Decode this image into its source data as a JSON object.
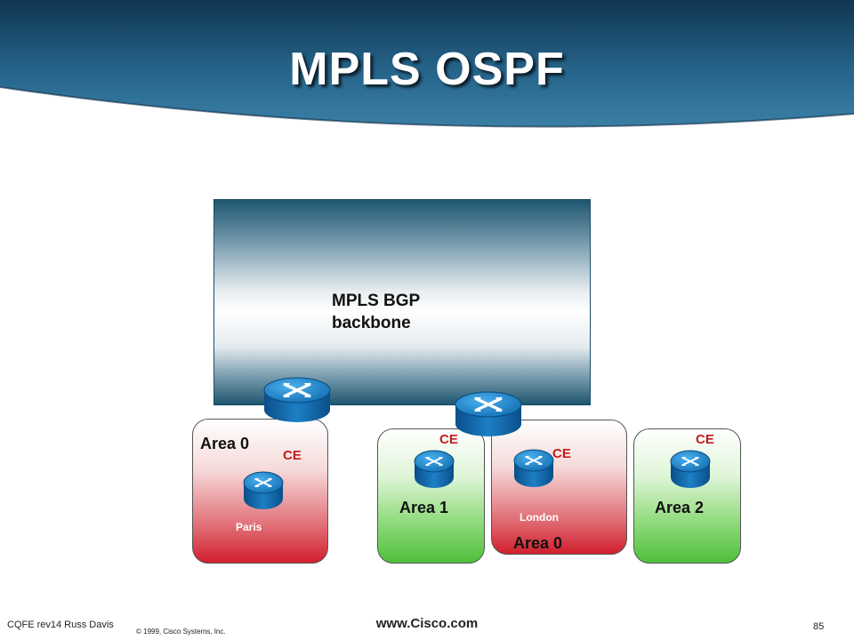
{
  "title": "MPLS OSPF",
  "backbone": {
    "line1": "MPLS BGP",
    "line2": "backbone"
  },
  "sites": {
    "paris": {
      "area": "Area 0",
      "ce": "CE",
      "city": "Paris"
    },
    "site2": {
      "area": "Area 1",
      "ce": "CE"
    },
    "london": {
      "area": "Area 0",
      "ce": "CE",
      "city": "London"
    },
    "site4": {
      "area": "Area 2",
      "ce": "CE"
    }
  },
  "footer": {
    "left": "CQFE rev14 Russ Davis",
    "copyright": "© 1999, Cisco Systems, Inc.",
    "url": "www.Cisco.com",
    "page": "85"
  },
  "colors": {
    "banner": "#1e5577",
    "red_area": "#d11f2d",
    "green_area": "#4ec03a",
    "ce_label": "#c21d1d"
  }
}
